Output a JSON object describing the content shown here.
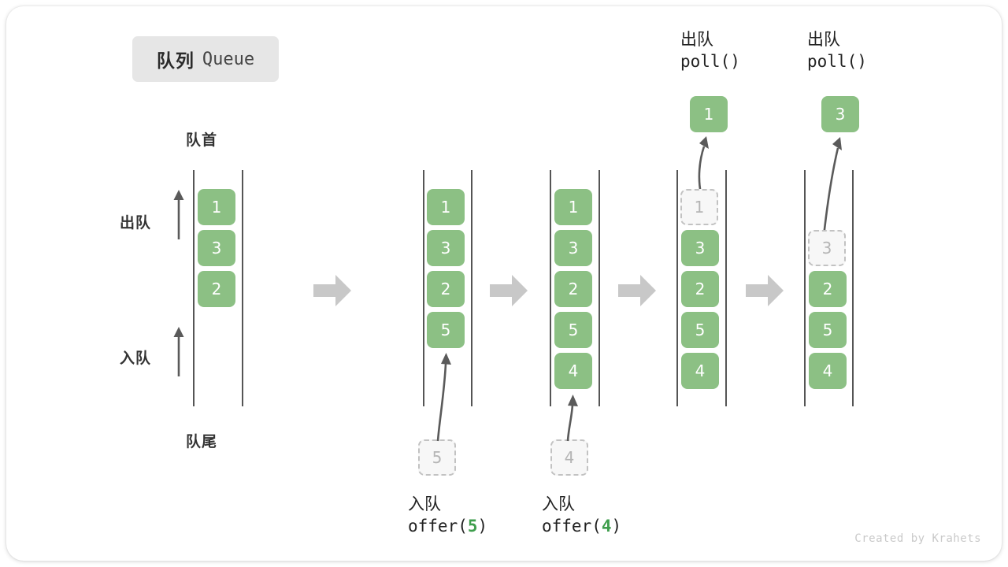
{
  "card": {
    "background": "#ffffff",
    "accent_green": "#8cc084",
    "accent_green_text": "#3f9e4d",
    "rail_color": "#555555",
    "ghost_color": "#b5b5b5",
    "arrow_gray": "#c8c8c8"
  },
  "title": {
    "cn": "队列",
    "en": "Queue"
  },
  "labels": {
    "head": "队首",
    "tail": "队尾",
    "dequeue": "出队",
    "enqueue": "入队"
  },
  "stages": [
    {
      "id": "stage-initial",
      "name": "initial-queue",
      "cells": [
        "1",
        "3",
        "2"
      ],
      "ghost_index": null,
      "caption_cn": "",
      "caption_code": "",
      "caption_arg": "",
      "popped": null,
      "incoming": null
    },
    {
      "id": "stage-offer-5",
      "name": "offer-5",
      "cells": [
        "1",
        "3",
        "2",
        "5"
      ],
      "ghost_index": null,
      "caption_cn": "入队",
      "caption_code": "offer(",
      "caption_arg": "5",
      "caption_code_end": ")",
      "popped": null,
      "incoming": "5"
    },
    {
      "id": "stage-offer-4",
      "name": "offer-4",
      "cells": [
        "1",
        "3",
        "2",
        "5",
        "4"
      ],
      "ghost_index": null,
      "caption_cn": "入队",
      "caption_code": "offer(",
      "caption_arg": "4",
      "caption_code_end": ")",
      "popped": null,
      "incoming": "4"
    },
    {
      "id": "stage-poll-1",
      "name": "poll-1",
      "cells": [
        "1",
        "3",
        "2",
        "5",
        "4"
      ],
      "ghost_index": 0,
      "caption_cn": "出队",
      "caption_code": "poll()",
      "caption_arg": "",
      "caption_code_end": "",
      "popped": "1",
      "incoming": null
    },
    {
      "id": "stage-poll-3",
      "name": "poll-3",
      "cells": [
        "3",
        "2",
        "5",
        "4"
      ],
      "ghost_index": 0,
      "caption_cn": "出队",
      "caption_code": "poll()",
      "caption_arg": "",
      "caption_code_end": "",
      "popped": "3",
      "incoming": null
    }
  ],
  "credit": "Created by Krahets"
}
